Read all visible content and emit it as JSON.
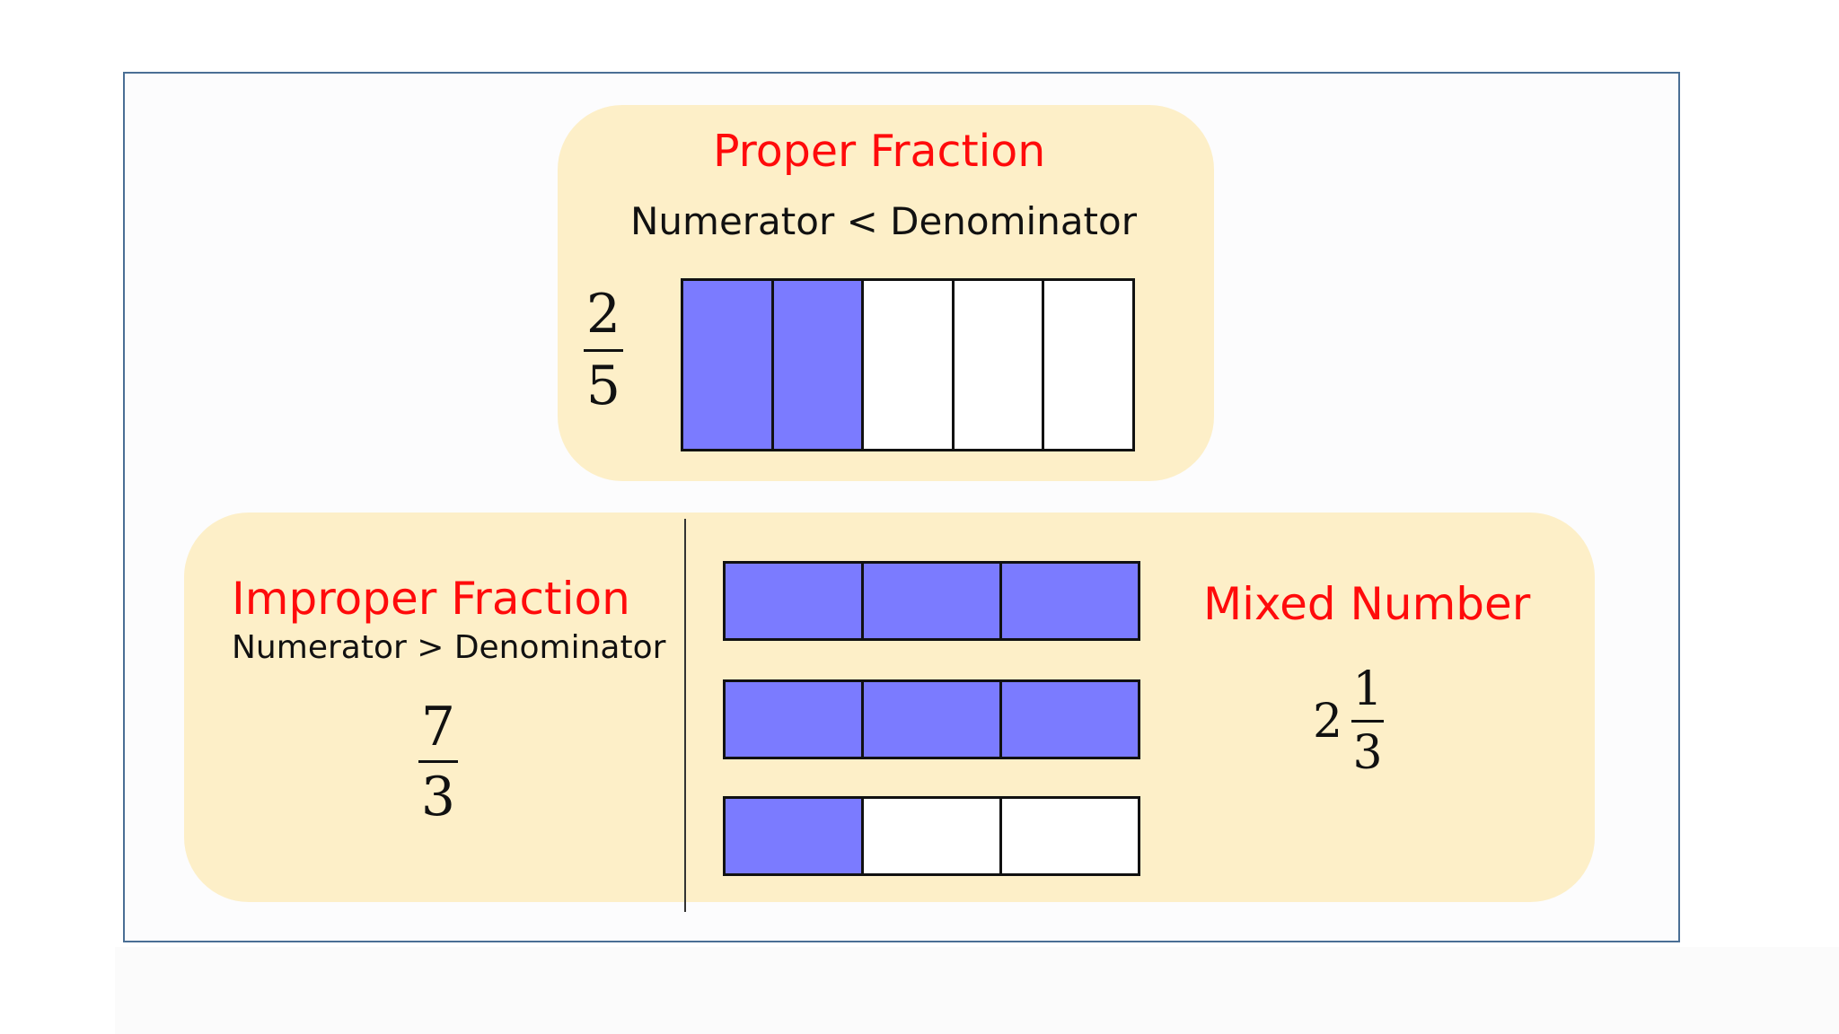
{
  "proper": {
    "title": "Proper Fraction",
    "rule": "Numerator < Denominator",
    "numerator": "2",
    "denominator": "5",
    "model": {
      "parts": 5,
      "shaded": 2
    }
  },
  "improper": {
    "title": "Improper Fraction",
    "rule": "Numerator > Denominator",
    "numerator": "7",
    "denominator": "3",
    "model": [
      {
        "parts": 3,
        "shaded": 3
      },
      {
        "parts": 3,
        "shaded": 3
      },
      {
        "parts": 3,
        "shaded": 1
      }
    ]
  },
  "mixed": {
    "title": "Mixed Number",
    "whole": "2",
    "numerator": "1",
    "denominator": "3"
  },
  "colors": {
    "heading": "#ff0b0b",
    "panel": "#fdefc8",
    "shaded": "#7b7bff",
    "frame": "#4a6f95"
  }
}
